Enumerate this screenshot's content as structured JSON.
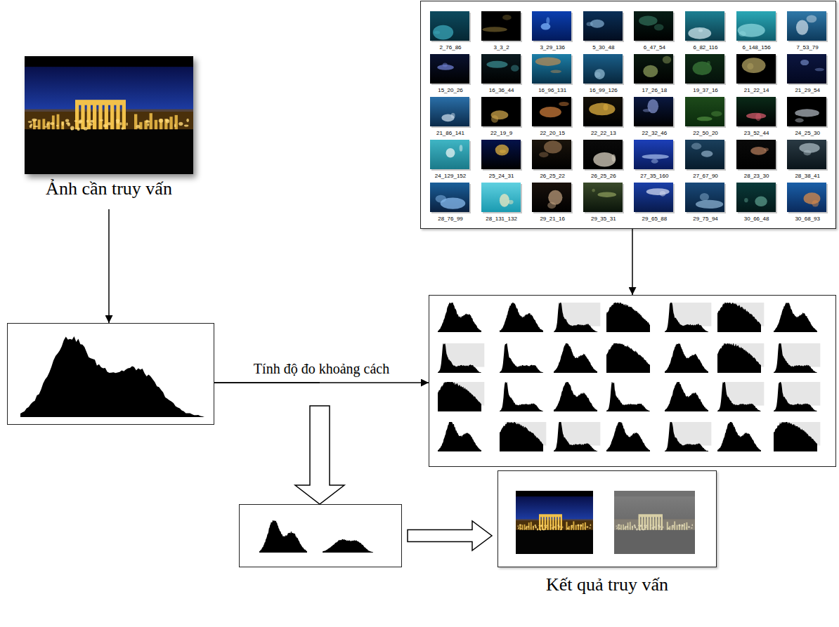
{
  "diagram": {
    "nodes": [
      {
        "text": [
          "Ảnh cần truy vấn"
        ]
      },
      {
        "text": [
          "2_76_86",
          "3_3_2",
          "3_29_136",
          "5_30_48",
          "6_47_54",
          "6_82_116",
          "6_148_156",
          "7_53_79",
          "15_20_26",
          "16_36_44",
          "16_96_131",
          "16_99_126",
          "17_26_18",
          "19_37_16",
          "21_22_14",
          "21_29_54",
          "21_86_141",
          "22_19_9",
          "22_20_15",
          "22_22_13",
          "22_32_46",
          "22_50_20",
          "23_52_44",
          "24_25_30",
          "24_129_152",
          "25_24_31",
          "26_25_22",
          "26_25_26",
          "27_35_160",
          "27_67_90",
          "28_23_30",
          "28_38_41",
          "28_76_99",
          "28_131_132",
          "29_21_16",
          "29_35_31",
          "29_65_88",
          "29_75_94",
          "30_66_48",
          "30_68_93"
        ]
      },
      {
        "text": []
      },
      {
        "text": []
      },
      {
        "text": []
      },
      {
        "text": [
          "Kết quả truy vấn"
        ]
      }
    ],
    "edges": [
      {
        "from": 0,
        "to": 2,
        "arrow": "to"
      },
      {
        "from": 2,
        "to": 3,
        "arrow": "to",
        "label": "Tính độ đo khoảng cách"
      },
      {
        "from": 1,
        "to": 3,
        "arrow": "to"
      },
      {
        "from": 2,
        "to": 4,
        "arrow": "to"
      },
      {
        "from": 4,
        "to": 5,
        "arrow": "to"
      }
    ]
  }
}
